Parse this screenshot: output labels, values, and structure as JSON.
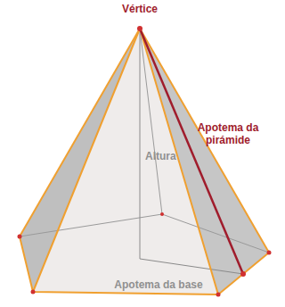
{
  "diagram": {
    "labels": [
      "Vértice",
      "Altura",
      "Apotema da pirámide",
      "Apotema da base"
    ]
  }
}
